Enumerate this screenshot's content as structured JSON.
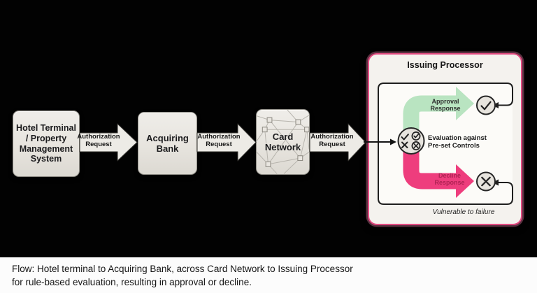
{
  "nodes": {
    "hotel": {
      "label": "Hotel Terminal / Property Management System"
    },
    "acquiring": {
      "label": "Acquiring Bank"
    },
    "network": {
      "label": "Card Network"
    }
  },
  "arrows": [
    {
      "label": "Authorization Request"
    },
    {
      "label": "Authorization Request"
    },
    {
      "label": "Authorization Request"
    }
  ],
  "issuing": {
    "title": "Issuing Processor",
    "approval_label": "Approval Response",
    "decline_label": "Decline Response",
    "evaluation_line1": "Evaluation against",
    "evaluation_line2": "Pre-set Controls",
    "footnote": "Vulnerable to failure"
  },
  "caption": {
    "line1": "Flow: Hotel terminal to Acquiring Bank, across Card Network to Issuing Processor",
    "line2": "for rule-based evaluation, resulting in approval or decline."
  },
  "colors": {
    "background": "#020202",
    "node_fill": "#e7e4de",
    "approval_green": "#b9e4c1",
    "decline_pink": "#ee3d7d",
    "issuing_border_pink": "#e0497f",
    "decline_text": "#ae2253",
    "caption_bg": "#fcfcfc"
  }
}
